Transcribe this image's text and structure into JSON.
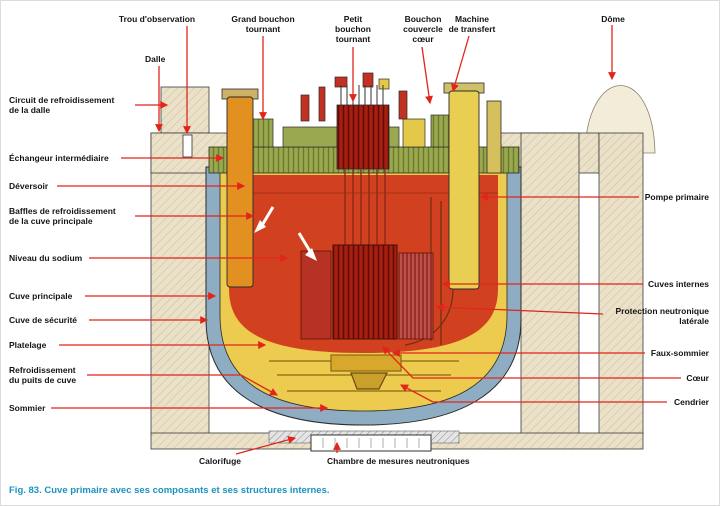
{
  "figure": {
    "caption": "Fig. 83. Cuve primaire avec ses composants et ses structures internes."
  },
  "labels": {
    "top": {
      "trou_observation": "Trou d'observation",
      "grand_bouchon": "Grand bouchon\ntournant",
      "petit_bouchon": "Petit\nbouchon\ntournant",
      "bouchon_couvercle": "Bouchon\ncouvercle\ncœur",
      "machine_transfert": "Machine\nde transfert",
      "dome": "Dôme"
    },
    "left": {
      "dalle": "Dalle",
      "circuit_refroidissement": "Circuit de refroidissement\nde la dalle",
      "echangeur": "Échangeur intermédiaire",
      "deversoir": "Déversoir",
      "baffles": "Baffles de refroidissement\nde la cuve principale",
      "niveau_sodium": "Niveau du sodium",
      "cuve_principale": "Cuve principale",
      "cuve_securite": "Cuve de sécurité",
      "platelage": "Platelage",
      "refroidissement_puits": "Refroidissement\ndu puits de cuve",
      "sommier": "Sommier"
    },
    "right": {
      "pompe_primaire": "Pompe primaire",
      "cuves_internes": "Cuves internes",
      "protection_neutronique": "Protection neutronique\nlatérale",
      "faux_sommier": "Faux-sommier",
      "coeur": "Cœur",
      "cendrier": "Cendrier"
    },
    "bottom": {
      "calorifuge": "Calorifuge",
      "chambre_mesures": "Chambre de mesures neutroniques"
    }
  },
  "palette": {
    "arrow_red": "#e1251b",
    "caption_blue": "#1a93c0",
    "concrete_beige": "#eae1c8",
    "safety_vessel_blue": "#8fadc2",
    "main_vessel_yellow": "#eccb4e",
    "sodium_red": "#d2411f",
    "core_dark_red": "#a81e10",
    "slab_green": "#9aa84f",
    "exchanger_orange": "#e29120"
  }
}
